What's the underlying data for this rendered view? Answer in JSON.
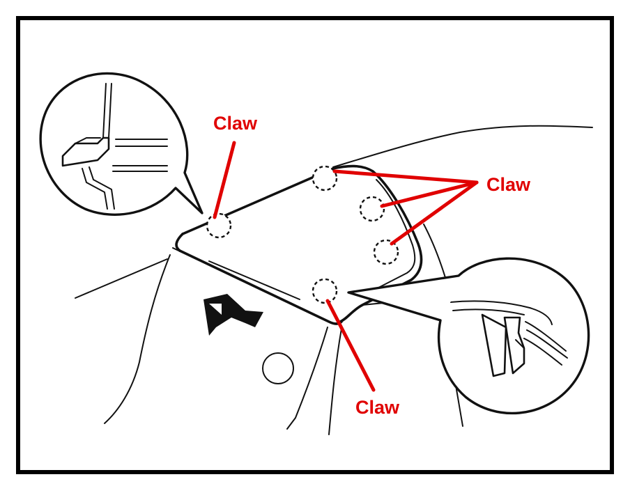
{
  "labels": {
    "claw_top_left": "Claw",
    "claw_right": "Claw",
    "claw_bottom": "Claw"
  },
  "colors": {
    "frame": "#000000",
    "line_art": "#111111",
    "callout": "#e00000",
    "background": "#ffffff"
  },
  "icons": {
    "direction_arrow": "arrow-right-icon",
    "claw_markers": "dashed-circle-icon",
    "detail_views": "magnifier-callout-icon"
  }
}
